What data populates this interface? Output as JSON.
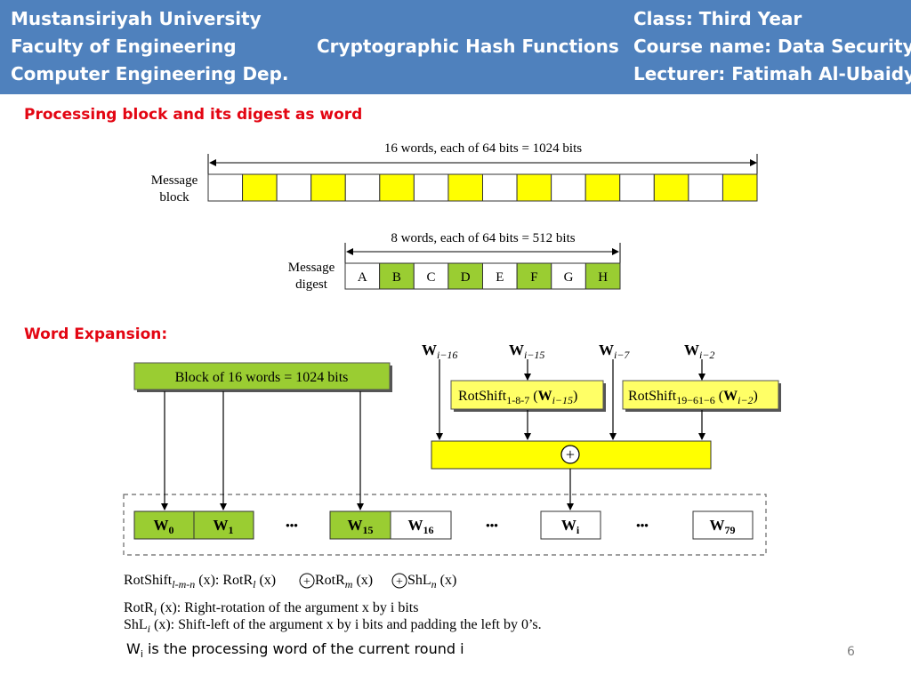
{
  "header": {
    "university": "Mustansiriyah University",
    "faculty": "Faculty of Engineering",
    "department": "Computer Engineering Dep.",
    "topic": "Cryptographic Hash Functions",
    "class": "Class: Third Year",
    "course": "Course name: Data Security",
    "lecturer": "Lecturer: Fatimah Al-Ubaidy"
  },
  "sections": {
    "processing_title": "Processing block and its digest as word",
    "expansion_title": "Word Expansion:"
  },
  "message_block": {
    "label_line1": "Message",
    "label_line2": "block",
    "caption": "16 words, each of  64 bits = 1024  bits",
    "word_count": 16
  },
  "message_digest": {
    "label_line1": "Message",
    "label_line2": "digest",
    "caption": "8 words, each of 64 bits = 512  bits",
    "words": [
      "A",
      "B",
      "C",
      "D",
      "E",
      "F",
      "G",
      "H"
    ]
  },
  "expansion": {
    "block_box": "Block of 16 words = 1024 bits",
    "w_i16": "i−16",
    "w_i15": "i−15",
    "w_i7": "i−7",
    "w_i2": "i−2",
    "rot1_name": "RotShift",
    "rot1_sub": "1-8-7",
    "rot1_arg_sub": "i−15",
    "rot2_name": "RotShift",
    "rot2_sub": "19−61−6",
    "rot2_arg_sub": "i−2",
    "xor_symbol": "+",
    "w0": "0",
    "w1": "1",
    "w15": "15",
    "w16": "16",
    "wi": "i",
    "w79": "79",
    "ellipsis": "•••"
  },
  "definitions": {
    "line1_name": "RotShift",
    "line1_sub": "l-m-n",
    "line1_rest_a": " (x): RotR",
    "line1_sub_l": "l",
    "line1_rest_b": " (x)",
    "line1_rest_c": " RotR",
    "line1_sub_m": "m",
    "line1_rest_d": " (x)",
    "line1_rest_e": " ShL",
    "line1_sub_n": "n",
    "line1_rest_f": " (x)",
    "line2": "RotR",
    "line2_sub": "i",
    "line2_rest": " (x): Right-rotation of the argument x by i bits",
    "line3": "ShL",
    "line3_sub": "i",
    "line3_rest": " (x): Shift-left of the argument x by i bits and padding the left by 0’s."
  },
  "footnote": {
    "w": "W",
    "sub": "i",
    "text": " is the processing word of the current round i"
  },
  "page_number": "6",
  "colors": {
    "header_bg": "#4f81bd",
    "section_red": "#e30613",
    "yellow": "#ffff00",
    "green": "#9acd32",
    "yellow_bar": "#ffff00"
  }
}
